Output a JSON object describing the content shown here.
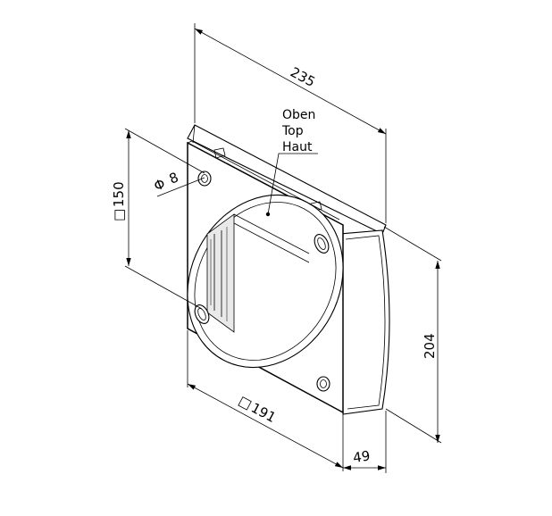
{
  "dimensions": {
    "length": "235",
    "hole_diameter": "8",
    "hole_spacing": "150",
    "height": "204",
    "width": "191",
    "depth": "49"
  },
  "symbols": {
    "diameter": "Φ",
    "square": "□"
  },
  "top_note": [
    "Oben",
    "Top",
    "Haut"
  ]
}
